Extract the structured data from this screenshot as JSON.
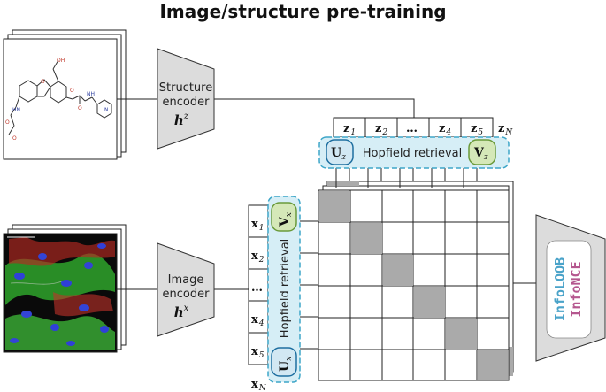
{
  "title": "Image/structure pre-training",
  "structure_encoder": {
    "line1": "Structure",
    "line2": "encoder",
    "symbol": "h",
    "superscript": "z"
  },
  "image_encoder": {
    "line1": "Image",
    "line2": "encoder",
    "symbol": "h",
    "superscript": "x"
  },
  "hopfield_top": {
    "label": "Hopfield retrieval",
    "u_symbol": "U",
    "u_sub": "z",
    "v_symbol": "V",
    "v_sub": "z"
  },
  "hopfield_left": {
    "label": "Hopfield retrieval",
    "u_symbol": "U",
    "u_sub": "x",
    "v_symbol": "V",
    "v_sub": "x"
  },
  "z_labels": [
    {
      "main": "z",
      "sub": "1"
    },
    {
      "main": "z",
      "sub": "2"
    },
    {
      "main": "…",
      "sub": ""
    },
    {
      "main": "z",
      "sub": "4"
    },
    {
      "main": "z",
      "sub": "5"
    },
    {
      "main": "z",
      "sub": "N"
    }
  ],
  "x_labels": [
    {
      "main": "x",
      "sub": "1"
    },
    {
      "main": "x",
      "sub": "2"
    },
    {
      "main": "…",
      "sub": ""
    },
    {
      "main": "x",
      "sub": "4"
    },
    {
      "main": "x",
      "sub": "5"
    },
    {
      "main": "x",
      "sub": "N"
    }
  ],
  "loss": {
    "line1": "InfoLOOB",
    "line2": "InfoNCE",
    "color1": "#4aa3c9",
    "color2": "#b5578f"
  },
  "colors": {
    "hopfield_fill": "#d6eef6",
    "hopfield_border": "#3ea6c8",
    "u_fill": "#d2e8f3",
    "v_fill": "#d5e8b8",
    "encoder_fill": "#dcdcdc",
    "diag_fill": "#aaaaaa"
  }
}
